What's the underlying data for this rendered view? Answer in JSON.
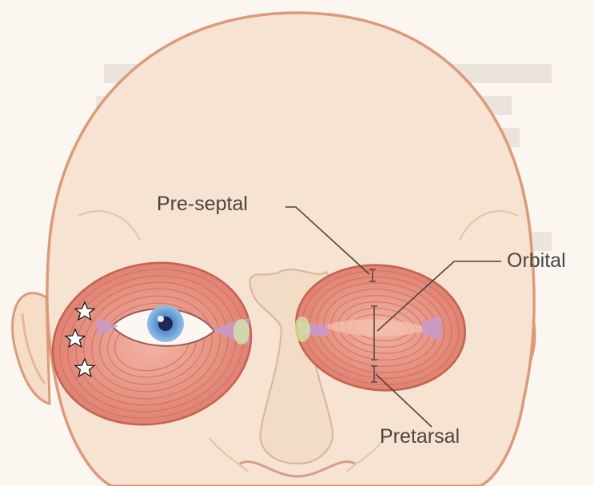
{
  "figure": {
    "labels": {
      "pre_septal": "Pre-septal",
      "orbital": "Orbital",
      "pretarsal": "Pretarsal"
    },
    "colors": {
      "muscle": "#e38a7d",
      "muscle_line": "#b9584d",
      "skin": "#f7e2cf",
      "outline": "#d88f6e",
      "iris": "#6aa3d6",
      "background": "#fbf6f0"
    },
    "markers": {
      "count": 3,
      "glyph": "★"
    }
  }
}
